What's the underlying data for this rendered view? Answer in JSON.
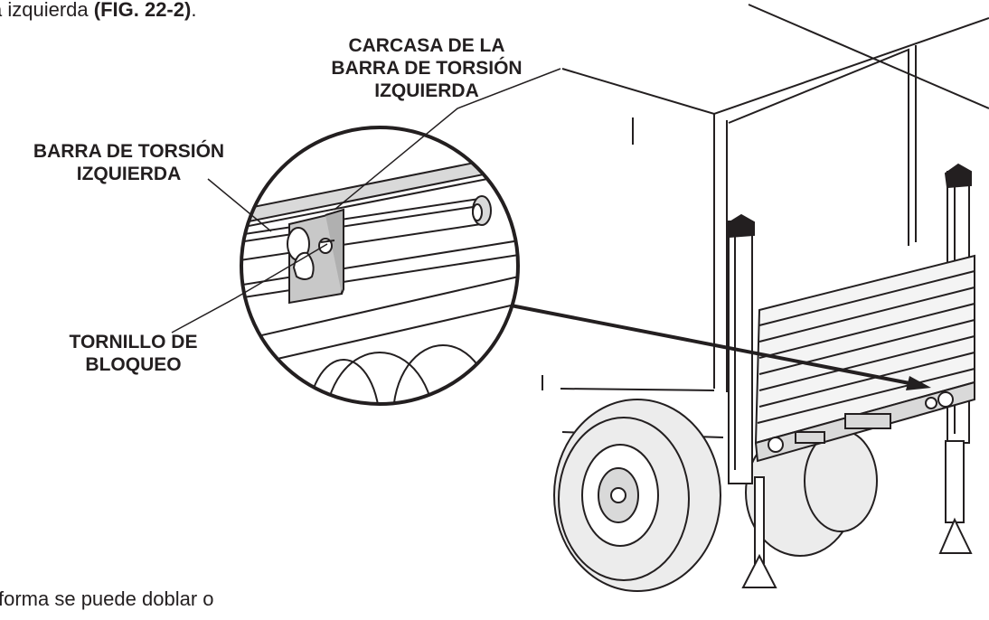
{
  "doc": {
    "top_line_text": "a izquierda ",
    "top_line_ref": "(FIG. 22-2)",
    "top_line_end": ".",
    "bottom_line_text": "forma se puede doblar o"
  },
  "labels": {
    "housing": [
      "CARCASA DE LA",
      "BARRA DE TORSIÓN",
      "IZQUIERDA"
    ],
    "torsion_bar": [
      "BARRA DE TORSIÓN",
      "IZQUIERDA"
    ],
    "lock_bolt": [
      "TORNILLO DE",
      "BLOQUEO"
    ]
  },
  "colors": {
    "ink": "#231f20",
    "metal_fill": "#d9d9d9",
    "block_fill": "#c8c8c8",
    "tire_fill": "#ececec"
  }
}
